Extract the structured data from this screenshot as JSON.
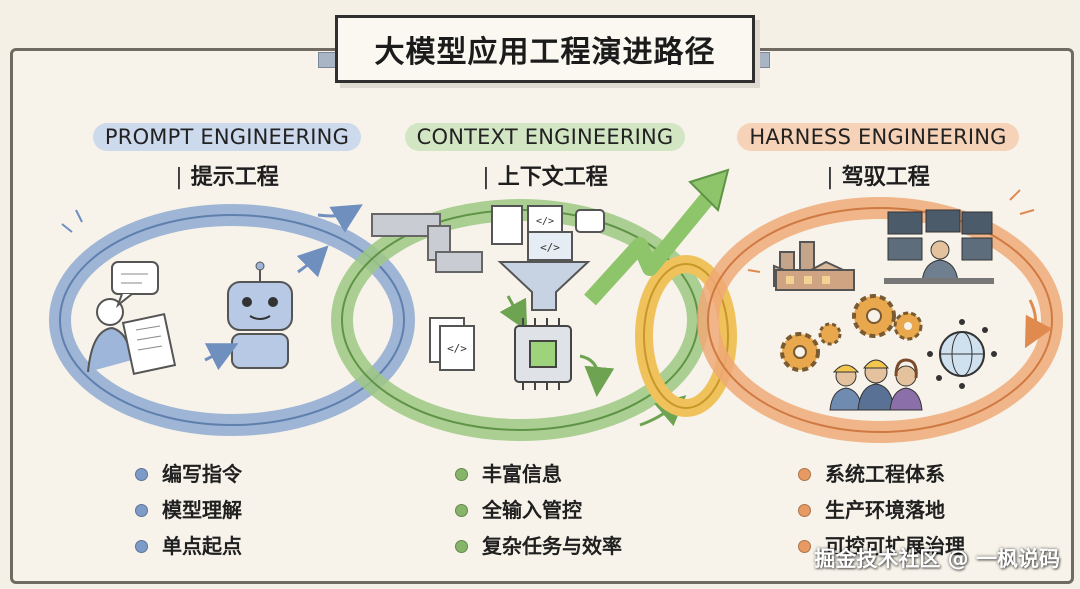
{
  "title": "大模型应用工程演进路径",
  "stages": [
    {
      "en": "PROMPT ENGINEERING",
      "zh": "提示工程",
      "color": "#7d9bc9",
      "bullets": [
        "编写指令",
        "模型理解",
        "单点起点"
      ]
    },
    {
      "en": "CONTEXT ENGINEERING",
      "zh": "上下文工程",
      "color": "#86b56a",
      "bullets": [
        "丰富信息",
        "全输入管控",
        "复杂任务与效率"
      ]
    },
    {
      "en": "HARNESS ENGINEERING",
      "zh": "驾驭工程",
      "color": "#e79a63",
      "bullets": [
        "系统工程体系",
        "生产环境落地",
        "可控可扩展治理"
      ]
    }
  ],
  "separator": "|",
  "watermark": "掘金技术社区 @ 一枫说码",
  "icons": {
    "prompt": [
      "person-writing-icon",
      "speech-bubble-icon",
      "robot-icon"
    ],
    "context": [
      "pipe-icon",
      "document-icon",
      "code-window-icon",
      "funnel-icon",
      "chip-icon"
    ],
    "harness": [
      "factory-icon",
      "monitor-operator-icon",
      "gear-icon",
      "team-icon",
      "globe-network-icon"
    ]
  },
  "colors": {
    "background": "#f4f0e6",
    "blue": "#7d9bc9",
    "green": "#86b56a",
    "orange": "#e79a63",
    "gold": "#e9b84a"
  }
}
